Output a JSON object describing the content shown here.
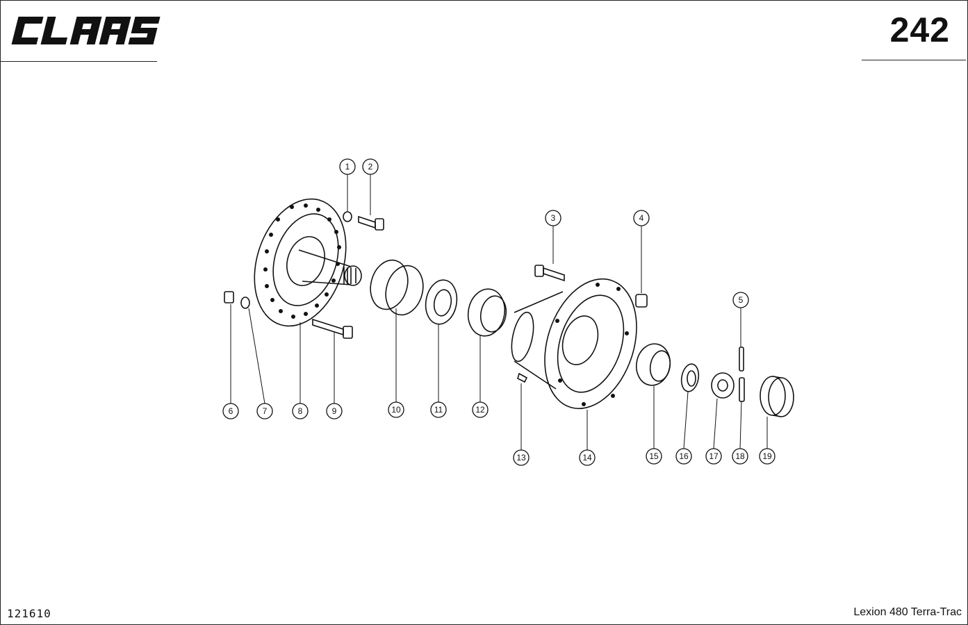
{
  "header": {
    "brand": "CLAAS",
    "page_number": "242"
  },
  "footer": {
    "doc_id": "121610",
    "model": "Lexion 480 Terra-Trac"
  },
  "callouts": [
    "1",
    "2",
    "3",
    "4",
    "5",
    "6",
    "7",
    "8",
    "9",
    "10",
    "11",
    "12",
    "13",
    "14",
    "15",
    "16",
    "17",
    "18",
    "19"
  ],
  "colors": {
    "ink": "#111111",
    "paper": "#ffffff"
  }
}
